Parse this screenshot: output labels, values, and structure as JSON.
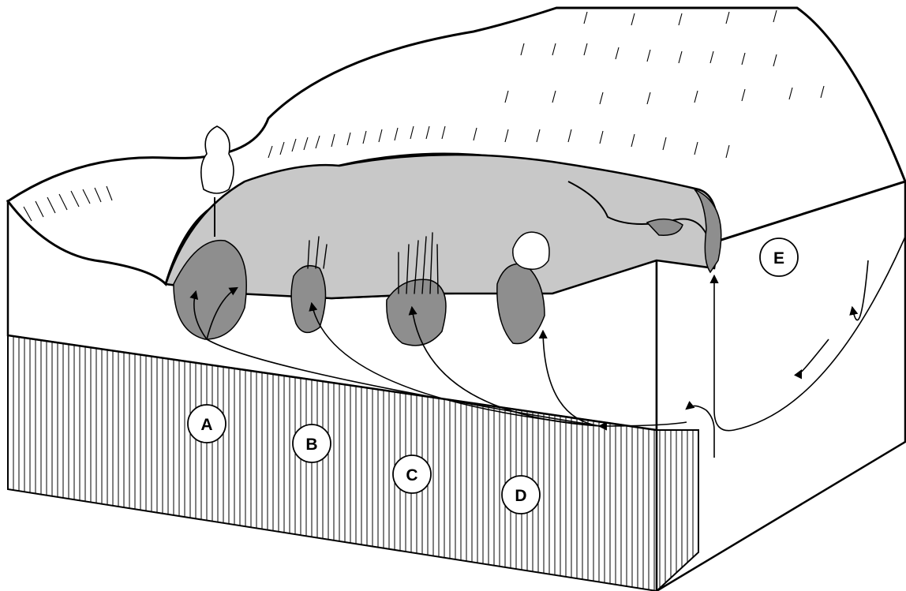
{
  "labels": {
    "a": "A",
    "b": "B",
    "c": "C",
    "d": "D",
    "e": "E"
  },
  "colors": {
    "wetland_fill": "#c8c8c8",
    "pond_fill": "#8e8e8e",
    "background": "#ffffff",
    "line": "#000000"
  }
}
